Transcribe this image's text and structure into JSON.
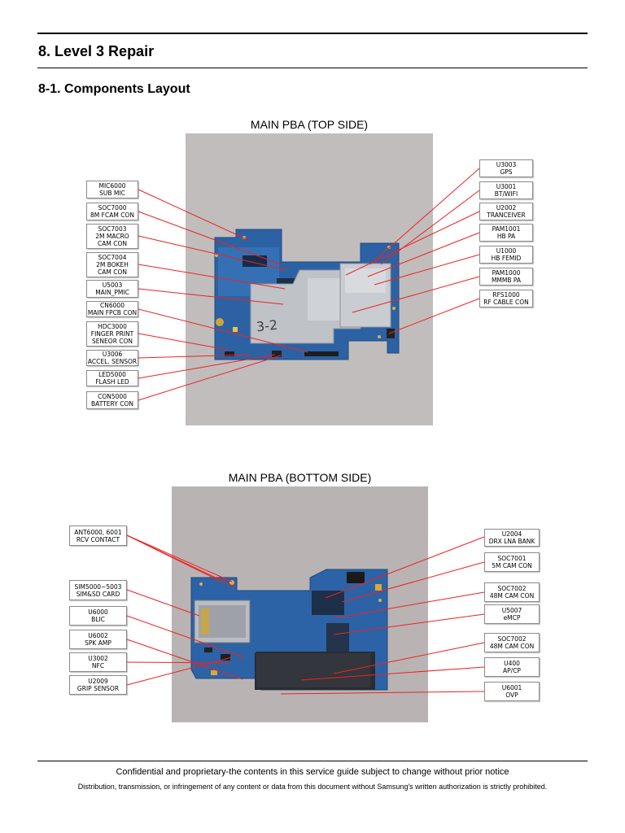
{
  "heading": "8. Level 3 Repair",
  "subheading": "8-1. Components Layout",
  "top_panel": {
    "title": "MAIN PBA (TOP SIDE)",
    "left_labels": [
      {
        "l1": "MIC6000",
        "l2": "SUB MIC"
      },
      {
        "l1": "SOC7000",
        "l2": "8M FCAM CON"
      },
      {
        "l1": "SOC7003",
        "l2": "2M MACRO",
        "l3": "CAM CON"
      },
      {
        "l1": "SOC7004",
        "l2": "2M BOKEH",
        "l3": "CAM CON"
      },
      {
        "l1": "U5003",
        "l2": "MAIN_PMIC"
      },
      {
        "l1": "CN6000",
        "l2": "MAIN FPCB CON"
      },
      {
        "l1": "HDC3000",
        "l2": "FINGER PRINT",
        "l3": "SENEOR CON"
      },
      {
        "l1": "U3006",
        "l2": "ACCEL. SENSOR"
      },
      {
        "l1": "LED5000",
        "l2": "FLASH LED"
      },
      {
        "l1": "CON5000",
        "l2": "BATTERY CON"
      }
    ],
    "right_labels": [
      {
        "l1": "U3003",
        "l2": "GPS"
      },
      {
        "l1": "U3001",
        "l2": "BT/WIFI"
      },
      {
        "l1": "U2002",
        "l2": "TRANCEIVER"
      },
      {
        "l1": "PAM1001",
        "l2": "HB PA"
      },
      {
        "l1": "U1000",
        "l2": "HB FEMID"
      },
      {
        "l1": "PAM1000",
        "l2": "MMMB PA"
      },
      {
        "l1": "RFS1000",
        "l2": "RF CABLE CON"
      }
    ]
  },
  "bottom_panel": {
    "title": "MAIN PBA (BOTTOM SIDE)",
    "left_labels": [
      {
        "l1": "ANT6000, 6001",
        "l2": "RCV CONTACT"
      },
      {
        "l1": "SIM5000~5003",
        "l2": "SIM&SD CARD"
      },
      {
        "l1": "U6000",
        "l2": "BLIC"
      },
      {
        "l1": "U6002",
        "l2": "SPK AMP"
      },
      {
        "l1": "U3002",
        "l2": "NFC"
      },
      {
        "l1": "U2009",
        "l2": "GRIP SENSOR"
      }
    ],
    "right_labels": [
      {
        "l1": "U2004",
        "l2": "DRX LNA BANK"
      },
      {
        "l1": "SOC7001",
        "l2": "5M CAM CON"
      },
      {
        "l1": "SOC7002",
        "l2": "48M CAM CON"
      },
      {
        "l1": "U5007",
        "l2": "eMCP"
      },
      {
        "l1": "SOC7002",
        "l2": "48M CAM CON"
      },
      {
        "l1": "U400",
        "l2": "AP/CP"
      },
      {
        "l1": "U6001",
        "l2": "OVP"
      }
    ]
  },
  "shield_marking": "3-2",
  "footer": {
    "line1": "Confidential and proprietary-the contents in this service guide subject to change without prior notice",
    "line2": "Distribution, transmission, or infringement of any content or data from this document without Samsung's written authorization is strictly prohibited."
  }
}
